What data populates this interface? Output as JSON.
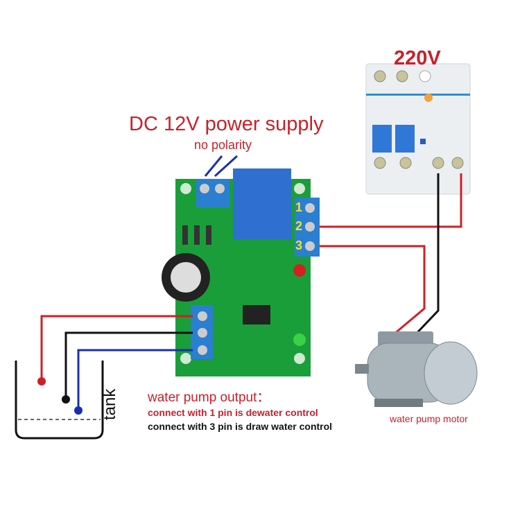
{
  "labels": {
    "power_title": "DC 12V power supply",
    "power_subtitle": "no polarity",
    "mains_voltage": "220V",
    "output_title": "water pump output：",
    "output_line1": "connect with 1 pin is dewater control",
    "output_line3": "connect with 3 pin is draw water control",
    "motor": "water pump motor",
    "tank": "tank"
  },
  "terminal_pins": [
    "1",
    "2",
    "3"
  ],
  "colors": {
    "label_red": "#c8202a",
    "wire_red": "#d01f26",
    "wire_black": "#111111",
    "wire_blue": "#1a2fb0",
    "pcb_green": "#1a9e3a",
    "terminal_blue": "#2a7fd0"
  }
}
